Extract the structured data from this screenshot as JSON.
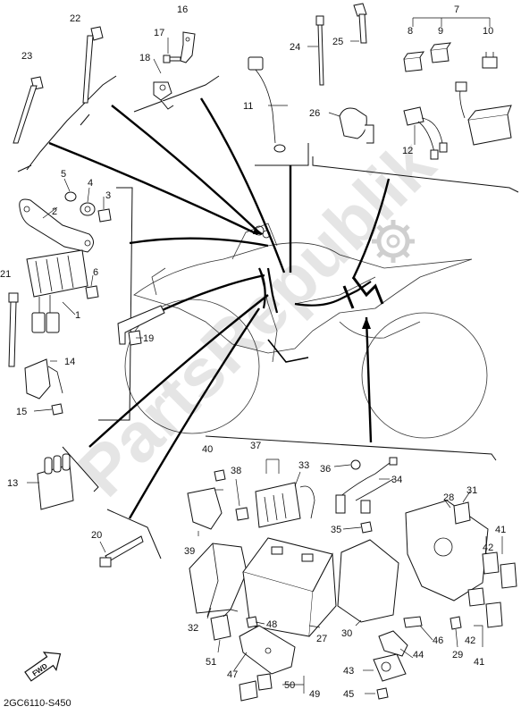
{
  "diagram": {
    "code": "2GC6110-S450",
    "watermark": "PartsRepublik",
    "fwd_label": "FWD",
    "callouts": [
      "1",
      "2",
      "3",
      "4",
      "5",
      "6",
      "7",
      "8",
      "9",
      "10",
      "11",
      "12",
      "13",
      "14",
      "15",
      "16",
      "17",
      "18",
      "19",
      "20",
      "21",
      "22",
      "23",
      "24",
      "25",
      "26",
      "27",
      "28",
      "29",
      "30",
      "31",
      "32",
      "33",
      "34",
      "35",
      "36",
      "37",
      "38",
      "39",
      "40",
      "41",
      "42",
      "43",
      "44",
      "45",
      "46",
      "47",
      "48",
      "49",
      "50",
      "51"
    ]
  },
  "colors": {
    "line": "#111111",
    "watermark": "#dcdcdc",
    "background": "#ffffff"
  },
  "icons": [
    "gear-icon",
    "fwd-arrow-icon"
  ]
}
